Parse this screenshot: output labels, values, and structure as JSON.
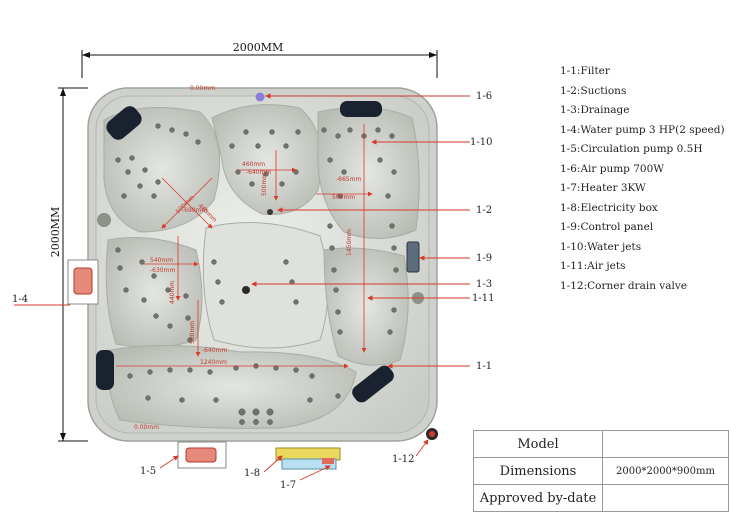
{
  "dimensions": {
    "width_label": "2000MM",
    "height_label": "2000MM"
  },
  "legend": [
    "1-1:Filter",
    "1-2:Suctions",
    "1-3:Drainage",
    "1-4:Water pump 3 HP(2 speed)",
    "1-5:Circulation pump 0.5H",
    "1-6:Air pump 700W",
    "1-7:Heater 3KW",
    "1-8:Electricity box",
    "1-9:Control panel",
    "1-10:Water jets",
    "1-11:Air jets",
    "1-12:Corner drain valve"
  ],
  "callouts": {
    "c1_6": "1-6",
    "c1_10": "1-10",
    "c1_2": "1-2",
    "c1_9": "1-9",
    "c1_3": "1-3",
    "c1_11": "1-11",
    "c1_1": "1-1",
    "c1_4": "1-4",
    "c1_5": "1-5",
    "c1_8": "1-8",
    "c1_7": "1-7",
    "c1_12": "1-12"
  },
  "measurements": {
    "top": "0.00mm",
    "bottom": "0.00mm",
    "m460": "460mm",
    "m640a": "-640mm",
    "m500a": "500mm",
    "m665": "-665mm",
    "m500b": "500mm",
    "m1450": "1450mm",
    "m500c": "500mm",
    "m500d": "460mm",
    "m690": "-690mm",
    "m540": "540mm",
    "m630": "-630mm",
    "m440": "440mm",
    "m500e": "500mm",
    "m640b": "-640mm",
    "m1240": "1240mm"
  },
  "title_block": {
    "rows": [
      {
        "label": "Model",
        "value": ""
      },
      {
        "label": "Dimensions",
        "value": "2000*2000*900mm"
      },
      {
        "label": "Approved by-date",
        "value": ""
      }
    ]
  }
}
